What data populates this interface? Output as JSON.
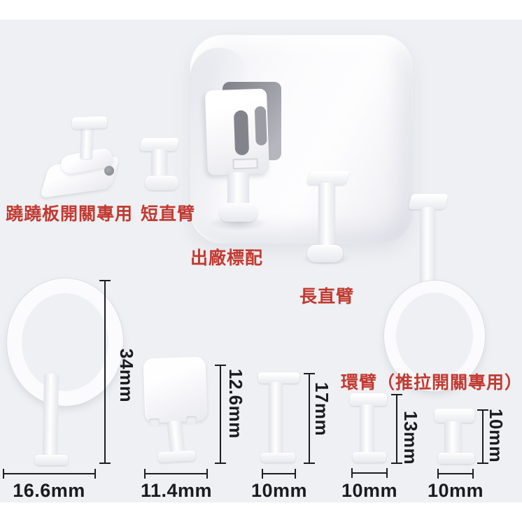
{
  "colors": {
    "page_background": "#ffffff",
    "photo_background": "#eef0f3",
    "annotation_red": "#c23a31",
    "dimension_black": "#1d1d20",
    "part_white": "#fbfbfd"
  },
  "annotations": {
    "rocker_label": "蹺蹺板開關專用",
    "short_arm_label": "短直臂",
    "factory_label": "出廠標配",
    "long_arm_label": "長直臂",
    "ring_arm_label": "環臂（推拉開關專用）"
  },
  "dimensions": {
    "ring_arm": {
      "height": "34mm",
      "width": "16.6mm"
    },
    "rocker_adapter": {
      "height": "12.6mm",
      "width": "11.4mm"
    },
    "long_straight_arm": {
      "height": "17mm",
      "width": "10mm"
    },
    "medium_arm": {
      "height": "13mm",
      "width": "10mm"
    },
    "short_straight_arm": {
      "height": "10mm",
      "width": "10mm"
    }
  }
}
